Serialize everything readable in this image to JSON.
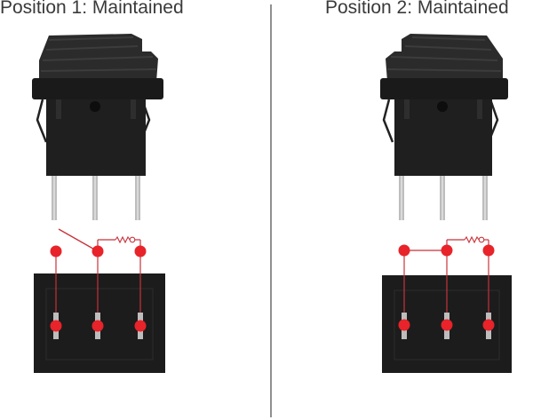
{
  "panels": [
    {
      "title": "Position 1: Maintained",
      "state": "left"
    },
    {
      "title": "Position 2: Maintained",
      "state": "right"
    }
  ],
  "colors": {
    "switch_body": "#1f1f1f",
    "rocker": "#2a2a2a",
    "pin": "#bdbdbd",
    "terminal": "#e8232a",
    "wire": "#c8323a",
    "divider": "#555555",
    "text": "#3a3a3a"
  },
  "icons": [
    "resistor-icon",
    "lamp-icon"
  ]
}
